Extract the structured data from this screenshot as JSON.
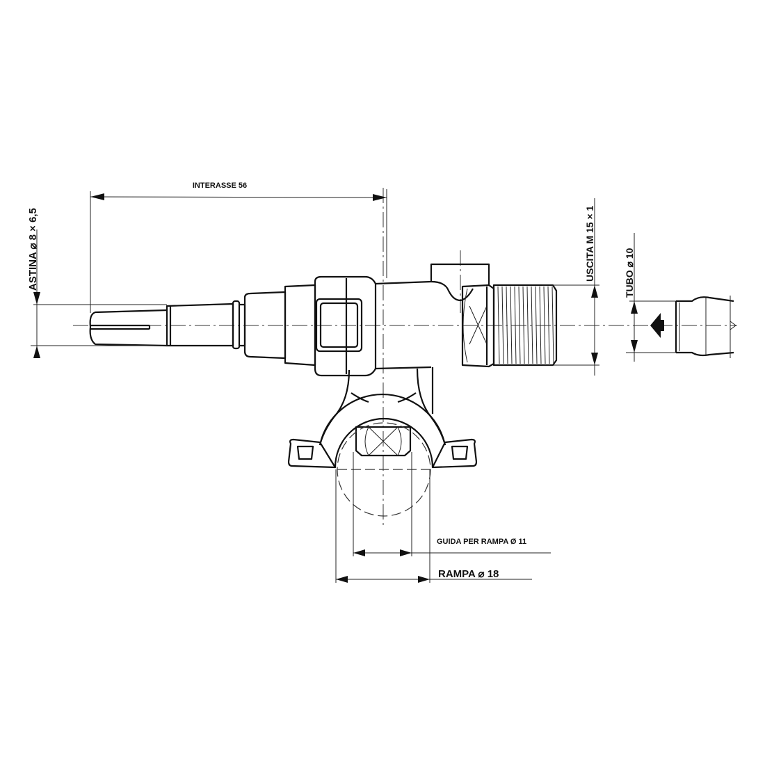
{
  "labels": {
    "interasse": "INTERASSE 56",
    "astina": "ASTINA ⌀ 8 × 6,5",
    "uscita": "USCITA M 15 × 1",
    "tubo": "TUBO ⌀ 10",
    "guida": "GUIDA PER RAMPA Ø 11",
    "rampa": "RAMPA ⌀ 18"
  }
}
